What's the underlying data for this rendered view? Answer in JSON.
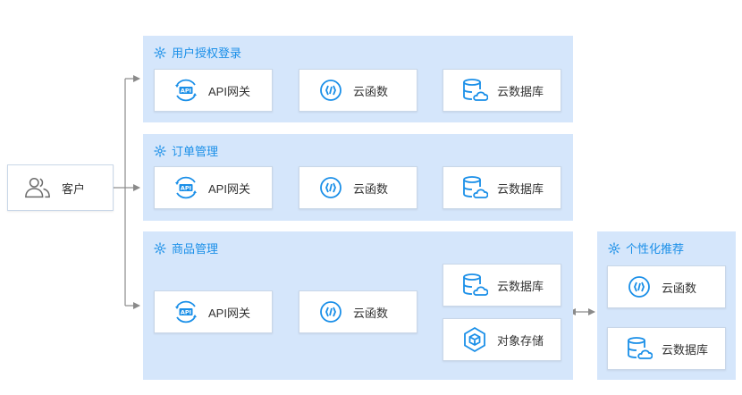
{
  "client": {
    "label": "客户",
    "icon": "users-icon"
  },
  "groups": [
    {
      "title": "用户授权登录",
      "icon": "cluster-icon",
      "nodes": [
        {
          "label": "API网关",
          "icon": "api-gateway-icon"
        },
        {
          "label": "云函数",
          "icon": "cloud-function-icon"
        },
        {
          "label": "云数据库",
          "icon": "cloud-database-icon"
        }
      ]
    },
    {
      "title": "订单管理",
      "icon": "cluster-icon",
      "nodes": [
        {
          "label": "API网关",
          "icon": "api-gateway-icon"
        },
        {
          "label": "云函数",
          "icon": "cloud-function-icon"
        },
        {
          "label": "云数据库",
          "icon": "cloud-database-icon"
        }
      ]
    },
    {
      "title": "商品管理",
      "icon": "cluster-icon",
      "nodes": [
        {
          "label": "API网关",
          "icon": "api-gateway-icon"
        },
        {
          "label": "云函数",
          "icon": "cloud-function-icon"
        },
        {
          "label": "云数据库",
          "icon": "cloud-database-icon"
        },
        {
          "label": "对象存储",
          "icon": "object-storage-icon"
        }
      ]
    },
    {
      "title": "个性化推荐",
      "icon": "cluster-icon",
      "nodes": [
        {
          "label": "云函数",
          "icon": "cloud-function-icon"
        },
        {
          "label": "云数据库",
          "icon": "cloud-database-icon"
        }
      ]
    }
  ],
  "colors": {
    "accent": "#1a8fe8",
    "group_bg": "#d5e6fb",
    "arrow": "#8a8a8a",
    "icon_gray": "#6b6b6b"
  }
}
